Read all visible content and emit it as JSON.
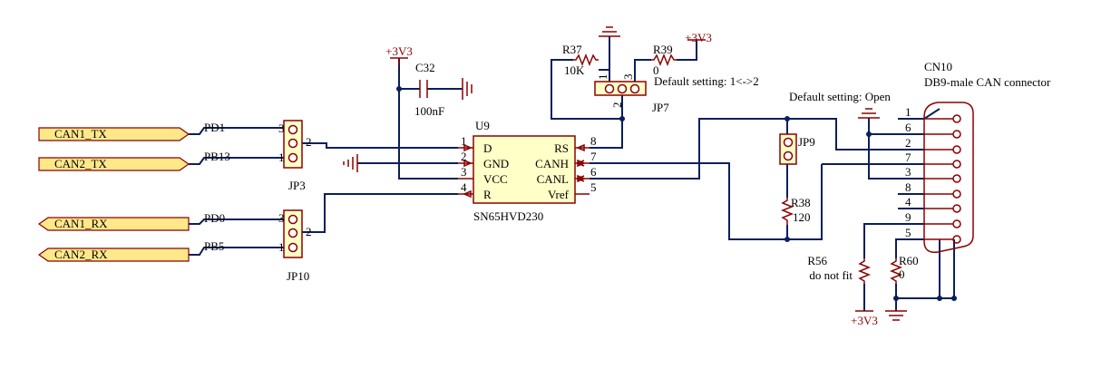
{
  "ports": {
    "can1_tx": "CAN1_TX",
    "can2_tx": "CAN2_TX",
    "can1_rx": "CAN1_RX",
    "can2_rx": "CAN2_RX"
  },
  "nets": {
    "pd1": "PD1",
    "pb13": "PB13",
    "pd0": "PD0",
    "pb5": "PB5"
  },
  "power": {
    "v33_a": "+3V3",
    "v33_b": "+3V3",
    "v33_c": "+3V3"
  },
  "capacitor": {
    "ref": "C32",
    "value": "100nF"
  },
  "jumpers": {
    "jp3": {
      "ref": "JP3",
      "pins": [
        "3",
        "2",
        "1"
      ]
    },
    "jp10": {
      "ref": "JP10",
      "pins": [
        "3",
        "2",
        "1"
      ]
    },
    "jp7": {
      "ref": "JP7",
      "pins": [
        "1",
        "2",
        "3"
      ],
      "note": "Default setting: 1<->2"
    },
    "jp9": {
      "ref": "JP9",
      "note": "Default setting: Open"
    }
  },
  "resistors": {
    "r37": {
      "ref": "R37",
      "value": "10K"
    },
    "r39": {
      "ref": "R39",
      "value": "0"
    },
    "r38": {
      "ref": "R38",
      "value": "120"
    },
    "r56": {
      "ref": "R56",
      "value": "do not fit"
    },
    "r60": {
      "ref": "R60",
      "value": "0"
    }
  },
  "ic": {
    "ref": "U9",
    "part": "SN65HVD230",
    "left_pins": [
      {
        "num": "1",
        "name": "D"
      },
      {
        "num": "2",
        "name": "GND"
      },
      {
        "num": "3",
        "name": "VCC"
      },
      {
        "num": "4",
        "name": "R"
      }
    ],
    "right_pins": [
      {
        "num": "8",
        "name": "RS"
      },
      {
        "num": "7",
        "name": "CANH"
      },
      {
        "num": "6",
        "name": "CANL"
      },
      {
        "num": "5",
        "name": "Vref"
      }
    ]
  },
  "connector": {
    "ref": "CN10",
    "desc": "DB9-male CAN connector",
    "pins": [
      "1",
      "6",
      "2",
      "7",
      "3",
      "8",
      "4",
      "9",
      "5"
    ]
  }
}
